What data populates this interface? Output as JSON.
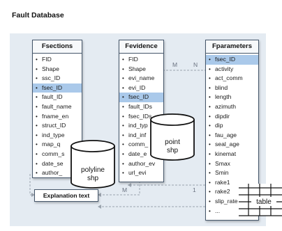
{
  "title": "Fault Database",
  "tables": {
    "fsections": {
      "name": "Fsections",
      "fields": [
        "FID",
        "Shape",
        "ssc_ID",
        "fsec_ID",
        "fault_ID",
        "fault_name",
        "fname_en",
        "struct_ID",
        "ind_type",
        "map_q",
        "comm_s",
        "date_se",
        "author_"
      ],
      "highlight": "fsec_ID"
    },
    "fevidence": {
      "name": "Fevidence",
      "fields": [
        "FID",
        "Shape",
        "evi_name",
        "evi_ID",
        "fsec_ID",
        "fault_IDs",
        "fsec_IDs",
        "ind_typ",
        "ind_inf",
        "comm_",
        "date_e",
        "author_ev",
        "url_evi"
      ],
      "highlight": "fsec_ID"
    },
    "fparameters": {
      "name": "Fparameters",
      "fields": [
        "fsec_ID",
        "activity",
        "act_comm",
        "blind",
        "length",
        "azimuth",
        "dipdir",
        "dip",
        "fau_age",
        "seal_age",
        "kinemat",
        "Smax",
        "Smin",
        "rake1",
        "rake2",
        "slip_rate",
        "..."
      ],
      "highlight": "fsec_ID"
    }
  },
  "cylinders": {
    "polyline": [
      "polyline",
      "shp"
    ],
    "point": [
      "point",
      "shp"
    ]
  },
  "explanation_label": "Explanation text",
  "table_grid_label": "table",
  "relations": {
    "evidence_to_parameters": [
      "M",
      "N"
    ],
    "parameters_to_sections": [
      "M",
      "1"
    ]
  },
  "colors": {
    "panel": "#e4ebf2",
    "highlight": "#aac9ea",
    "border": "#45566a"
  }
}
